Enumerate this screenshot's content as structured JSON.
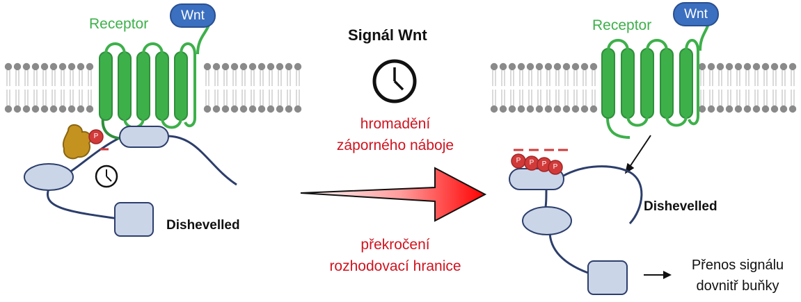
{
  "title": "Signál Wnt",
  "left_panel": {
    "receptor_label": "Receptor",
    "wnt_label": "Wnt",
    "dishevelled_label": "Dishevelled",
    "phospho_label": "P"
  },
  "right_panel": {
    "receptor_label": "Receptor",
    "wnt_label": "Wnt",
    "dishevelled_label": "Dishevelled",
    "phospho_labels": [
      "P",
      "P",
      "P",
      "P"
    ],
    "output_line1": "Přenos signálu",
    "output_line2": "dovnitř buňky"
  },
  "middle": {
    "top_line1": "hromadění",
    "top_line2": "záporného náboje",
    "bottom_line1": "překročení",
    "bottom_line2": "rozhodovací hranice"
  },
  "icons": [
    "clock-icon",
    "clock-icon",
    "arrow-right-icon"
  ],
  "colors": {
    "receptor": "#3db04a",
    "wnt": "#3b6fc0",
    "membrane_head": "#8a8a8a",
    "dishevelled_domain": "#cbd5e8",
    "dishevelled_outline": "#2c3e6b",
    "phospho": "#d23a3a",
    "kinase": "#c4921f",
    "text_red": "#d0131e",
    "arrow_gradient_end": "#ff0000"
  }
}
